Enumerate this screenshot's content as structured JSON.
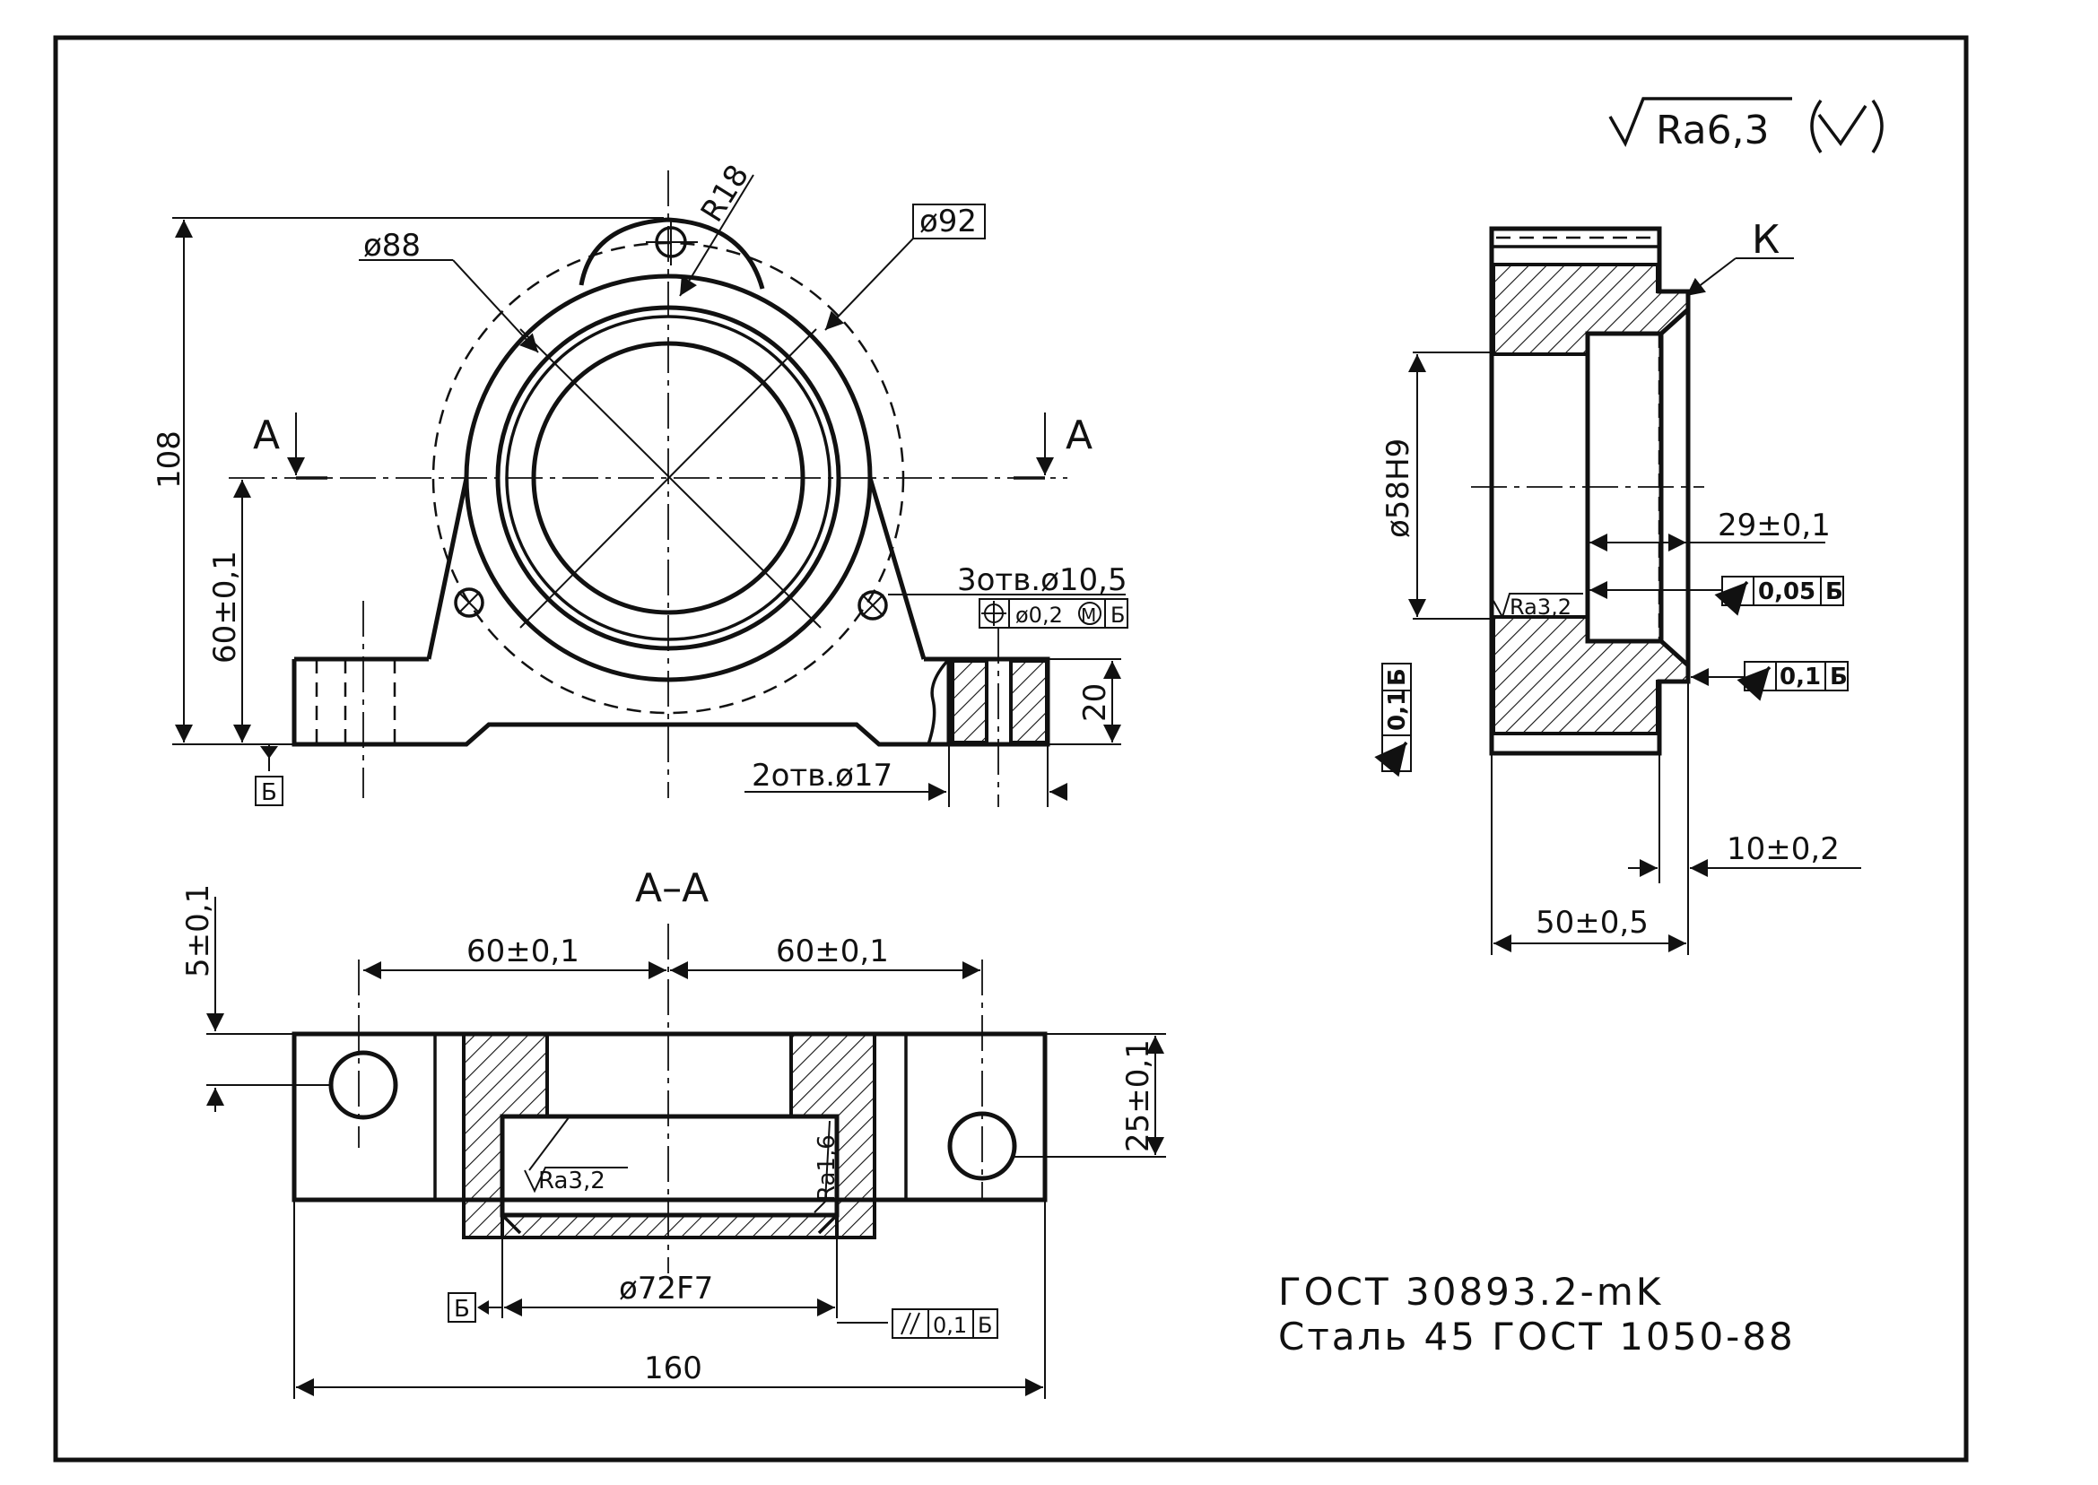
{
  "roughness": {
    "general": "Ra6,3"
  },
  "front_view": {
    "dims": {
      "height": "108",
      "center_height": "60±0,1",
      "base_thickness": "20",
      "dia_outer": "ø88",
      "dia_bolt_circle": "ø92",
      "radius": "R18",
      "holes_top": "3отв.ø10,5",
      "holes_top_tol": "ø0,2",
      "holes_top_tol_mod": "M",
      "holes_top_datum": "Б",
      "holes_base": "2отв.ø17",
      "datum": "Б"
    },
    "section_marks": {
      "left": "А",
      "right": "А"
    }
  },
  "section_view": {
    "title": "А–А",
    "dims": {
      "left_offset": "60±0,1",
      "right_offset": "60±0,1",
      "top_step": "5±0,1",
      "height": "25±0,1",
      "bore": "ø72F7",
      "length": "160",
      "datum": "Б",
      "parallel_tol": "0,1",
      "parallel_datum": "Б"
    },
    "roughness_left": "Ra3,2",
    "roughness_right": "Ra1,6"
  },
  "side_view": {
    "detail_mark": "К",
    "dims": {
      "bore": "ø58H9",
      "depth": "29±0,1",
      "step": "10±0,2",
      "width": "50±0,5"
    },
    "roughness": "Ra3,2",
    "runout_1": {
      "tol": "0,05",
      "datum": "Б"
    },
    "runout_2": {
      "tol": "0,1",
      "datum": "Б"
    },
    "runout_3": {
      "tol": "0,1",
      "datum": "Б"
    }
  },
  "notes": {
    "line1": "ГОСТ 30893.2-mK",
    "line2": "Сталь 45 ГОСТ 1050-88"
  }
}
